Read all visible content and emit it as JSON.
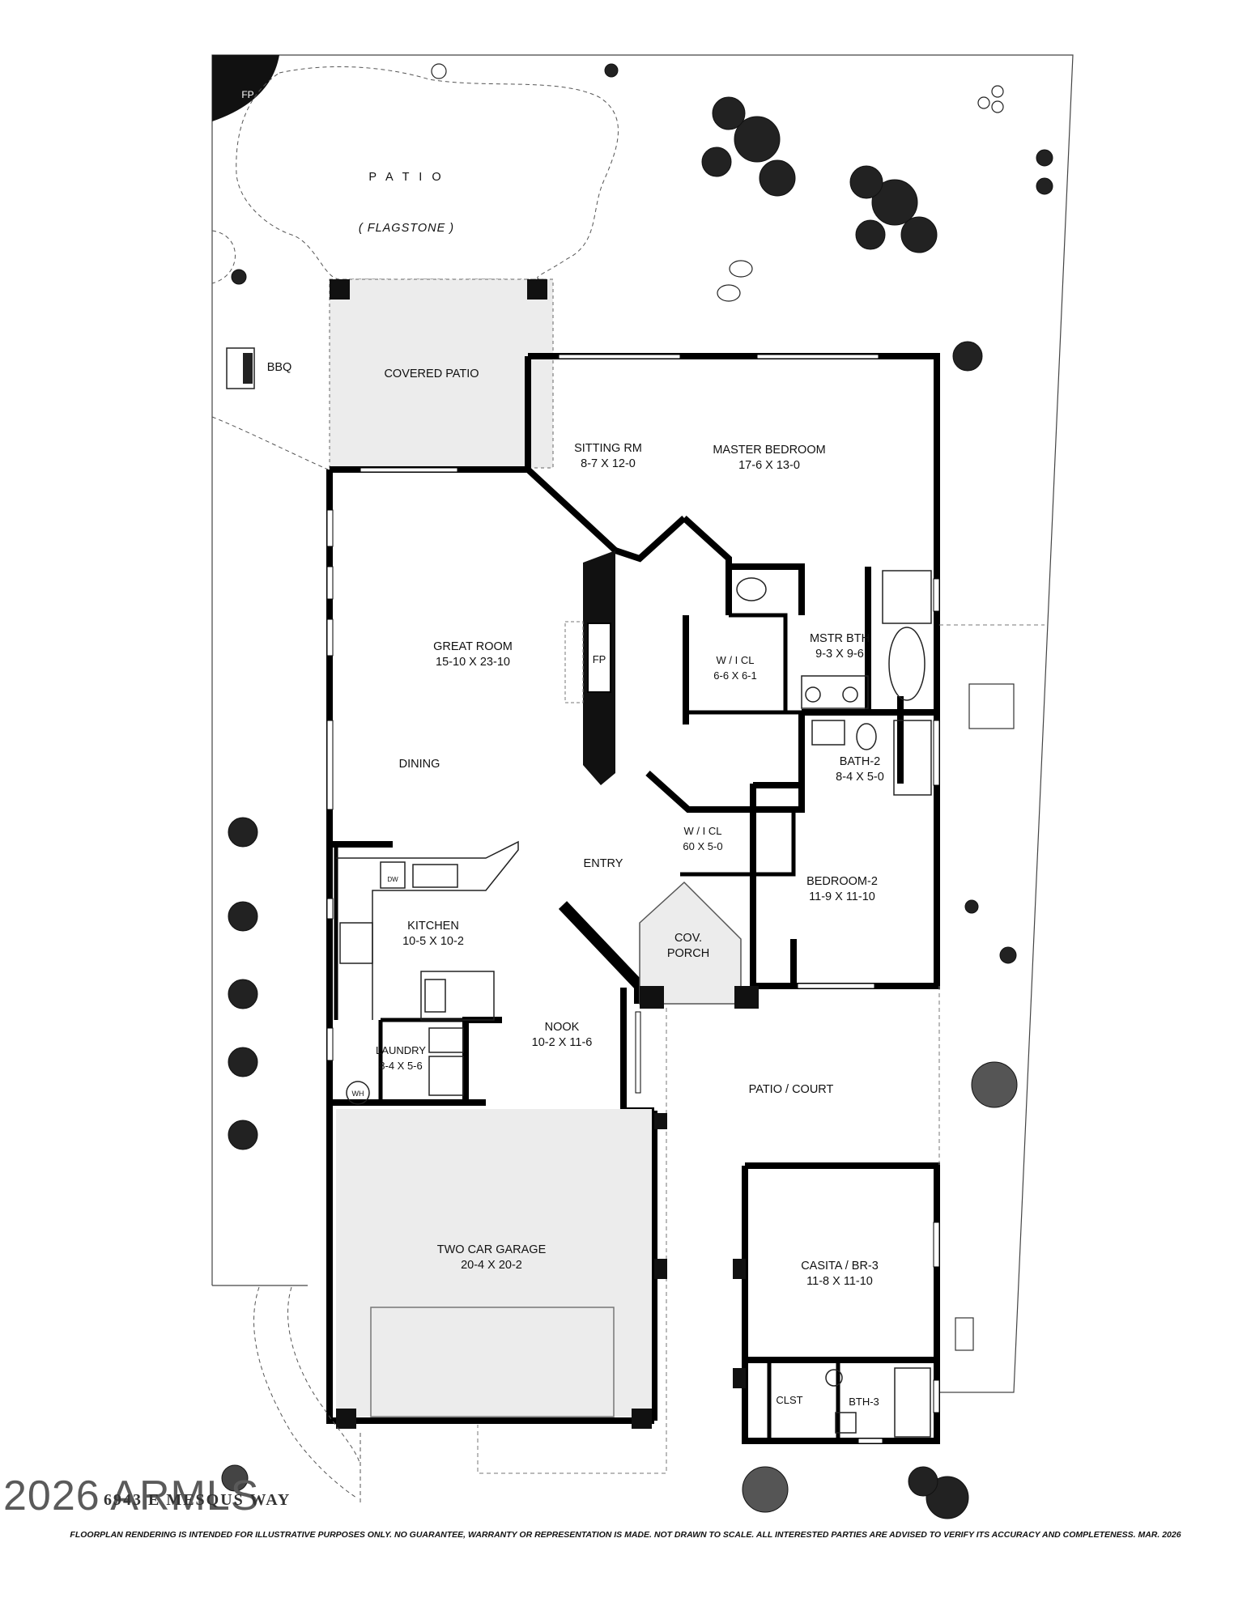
{
  "rooms": {
    "patio": "P A T I O",
    "flagstone": "( FLAGSTONE )",
    "bbq": "BBQ",
    "covered_patio": "COVERED PATIO",
    "sitting_rm": {
      "name": "SITTING RM",
      "size": "8-7  X  12-0"
    },
    "master_bedroom": {
      "name": "MASTER BEDROOM",
      "size": "17-6  X  13-0"
    },
    "master_wic": {
      "name": "W / I  CL",
      "size": "6-6  X 6-1"
    },
    "master_bath": {
      "name": "MSTR BTH",
      "size": "9-3  X 9-6"
    },
    "great_room": {
      "name": "GREAT ROOM",
      "size": "15-10  X  23-10"
    },
    "fireplace_indoor": "FP",
    "fireplace_outdoor": "FP",
    "dining": "DINING",
    "bath2": {
      "name": "BATH-2",
      "size": "8-4  X 5-0"
    },
    "wic2": {
      "name": "W / I  CL",
      "size": "60  X  5-0"
    },
    "entry": "ENTRY",
    "bedroom2": {
      "name": "BEDROOM-2",
      "size": "11-9  X  11-10"
    },
    "kitchen": {
      "name": "KITCHEN",
      "size": "10-5  X  10-2"
    },
    "dw": "DW",
    "cov_porch": {
      "line1": "COV.",
      "line2": "PORCH"
    },
    "nook": {
      "name": "NOOK",
      "size": "10-2  X  11-6"
    },
    "laundry": {
      "name": "LAUNDRY",
      "size": "8-4  X  5-6"
    },
    "wh": "WH",
    "patio_court": "PATIO / COURT",
    "garage": {
      "name": "TWO CAR GARAGE",
      "size": "20-4  X  20-2"
    },
    "casita": {
      "name": "CASITA / BR-3",
      "size": "11-8  X  11-10"
    },
    "clst": "CLST",
    "bth3": "BTH-3"
  },
  "watermark": "2026 ARMLS",
  "address": "6943 E  MESQUS WAY",
  "disclaimer": "FLOORPLAN RENDERING IS INTENDED FOR ILLUSTRATIVE PURPOSES ONLY.  NO GUARANTEE, WARRANTY OR REPRESENTATION IS MADE.  NOT DRAWN TO SCALE.  ALL INTERESTED PARTIES ARE ADVISED TO VERIFY ITS ACCURACY AND COMPLETENESS.  MAR. 2026"
}
